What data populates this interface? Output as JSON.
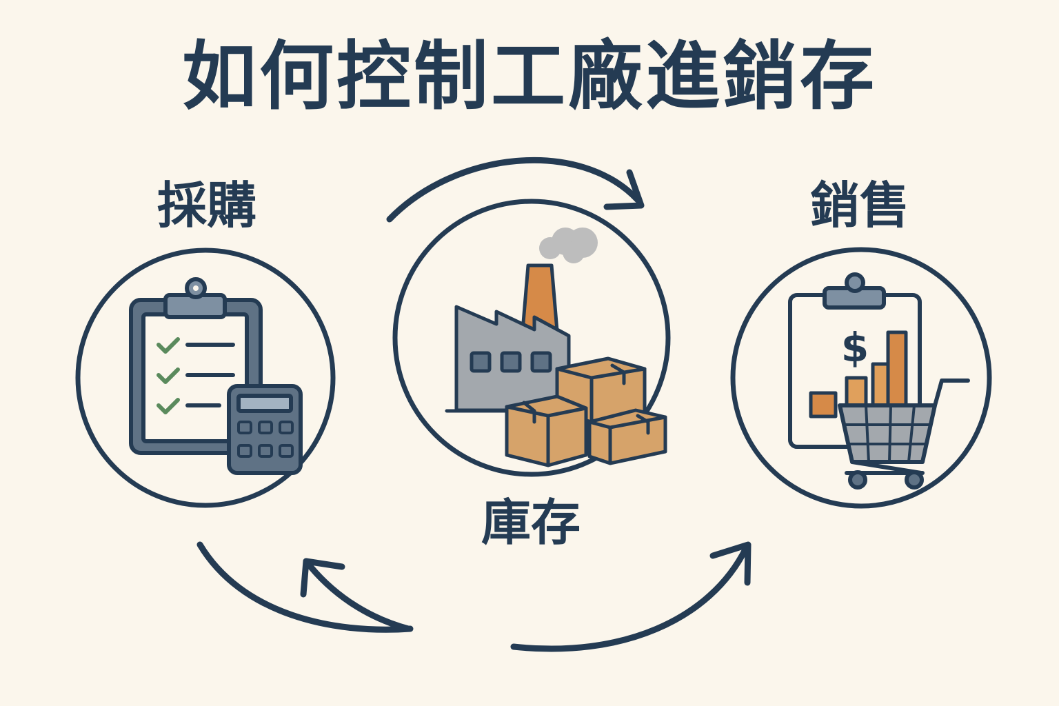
{
  "title": "如何控制工廠進銷存",
  "nodes": {
    "purchase": {
      "label": "採購",
      "icon": "clipboard-calculator-icon"
    },
    "inventory": {
      "label": "庫存",
      "icon": "factory-boxes-icon"
    },
    "sales": {
      "label": "銷售",
      "icon": "sales-cart-chart-icon"
    }
  },
  "sales_icon_symbol": "$",
  "colors": {
    "background": "#FBF6EC",
    "ink": "#243B53",
    "slate": "#5F7285",
    "gray": "#A3A8AD",
    "box": "#D6A36A",
    "orange": "#E0A05C",
    "check": "#5A8A5C",
    "paper": "#FBF6EC"
  }
}
